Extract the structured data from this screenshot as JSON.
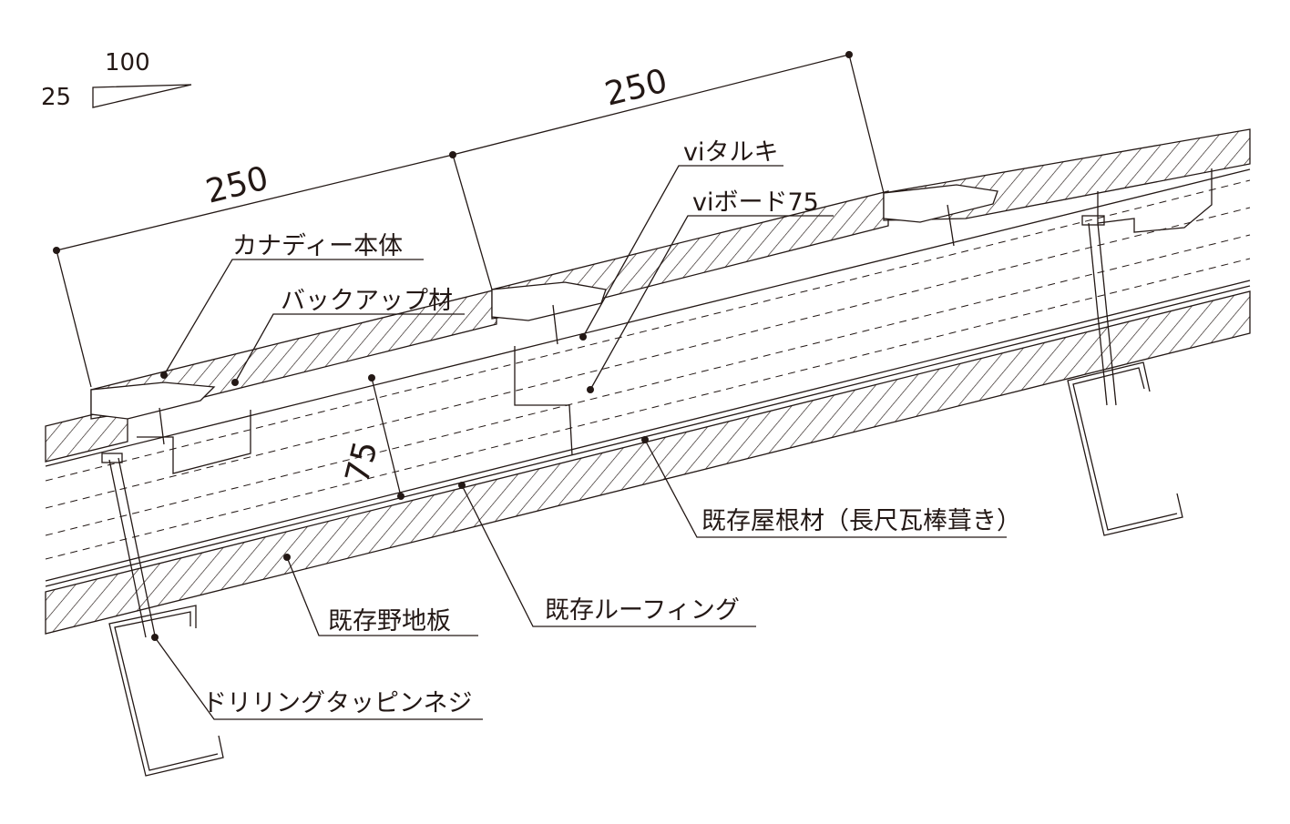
{
  "scale": {
    "run": "100",
    "rise": "25"
  },
  "dimensions": {
    "pitch_left": "250",
    "pitch_right": "250",
    "board_thickness": "75"
  },
  "labels": {
    "panel_body": "カナディー本体",
    "backup": "バックアップ材",
    "vi_rafter": "viタルキ",
    "vi_board": "viボード75",
    "existing_roof": "既存屋根材（長尺瓦棒葺き）",
    "existing_roofing": "既存ルーフィング",
    "existing_sheathing": "既存野地板",
    "screw": "ドリリングタッピンネジ"
  },
  "colors": {
    "line": "#231815",
    "background": "#ffffff"
  }
}
